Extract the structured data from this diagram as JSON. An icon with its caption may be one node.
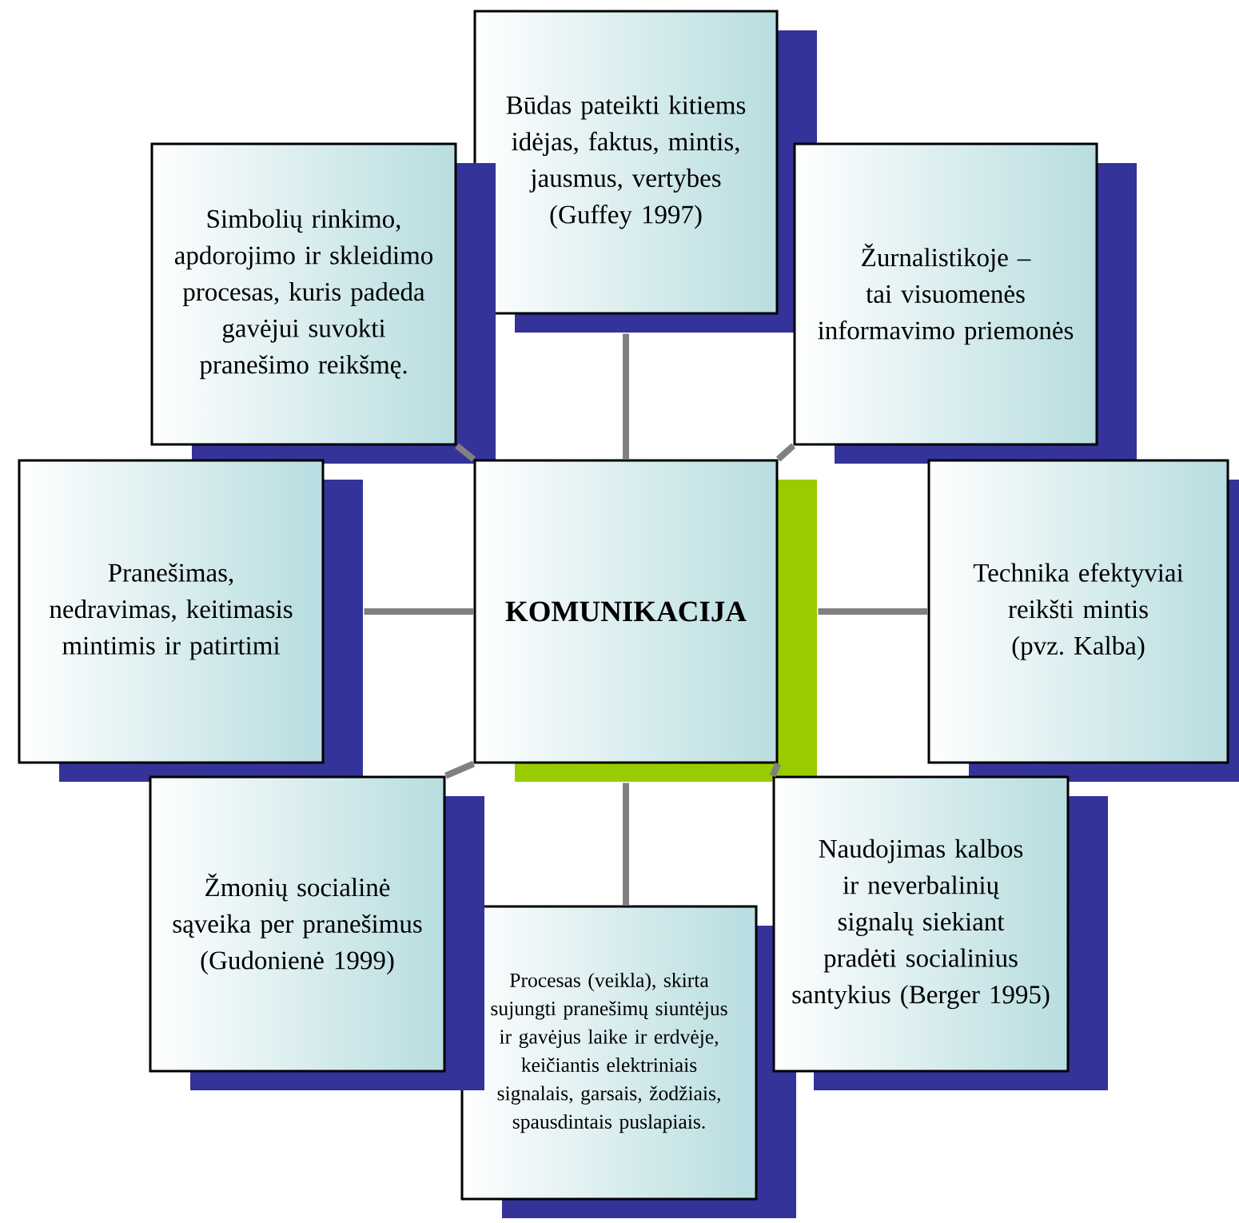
{
  "diagram": {
    "nodes": [
      {
        "text": [
          "Būdas pateikti kitiems idėjas, faktus, mintis, jausmus, vertybes (Guffey 1997)"
        ]
      },
      {
        "text": [
          "Simbolių rinkimo, apdorojimo ir skleidimo procesas, kuris padeda gavėjui suvokti pranešimo reikšmę."
        ]
      },
      {
        "text": [
          "Žurnalistikoje – tai visuomenės informavimo priemonės"
        ]
      },
      {
        "text": [
          "Pranešimas, nedravimas, keitimasis mintimis ir patirtimi"
        ]
      },
      {
        "text": [
          "KOMUNIKACIJA"
        ]
      },
      {
        "text": [
          "Technika efektyviai reikšti mintis (pvz. Kalba)"
        ]
      },
      {
        "text": [
          "Žmonių socialinė sąveika per pranešimus (Gudonienė 1999)"
        ]
      },
      {
        "text": [
          "Naudojimas kalbos ir neverbalinių signalų siekiant pradėti socialinius santykius (Berger 1995)"
        ]
      },
      {
        "text": [
          "Procesas (veikla), skirta sujungti pranešimų siuntėjus ir gavėjus laike ir erdvėje, keičiantis elektriniais signalais, garsais, žodžiais, spausdintais puslapiais."
        ]
      }
    ],
    "edges": [
      {
        "from": 4,
        "to": 0,
        "arrow": "none"
      },
      {
        "from": 4,
        "to": 1,
        "arrow": "none"
      },
      {
        "from": 4,
        "to": 2,
        "arrow": "none"
      },
      {
        "from": 4,
        "to": 3,
        "arrow": "none"
      },
      {
        "from": 4,
        "to": 5,
        "arrow": "none"
      },
      {
        "from": 4,
        "to": 6,
        "arrow": "none"
      },
      {
        "from": 4,
        "to": 7,
        "arrow": "none"
      },
      {
        "from": 4,
        "to": 8,
        "arrow": "none"
      }
    ]
  }
}
